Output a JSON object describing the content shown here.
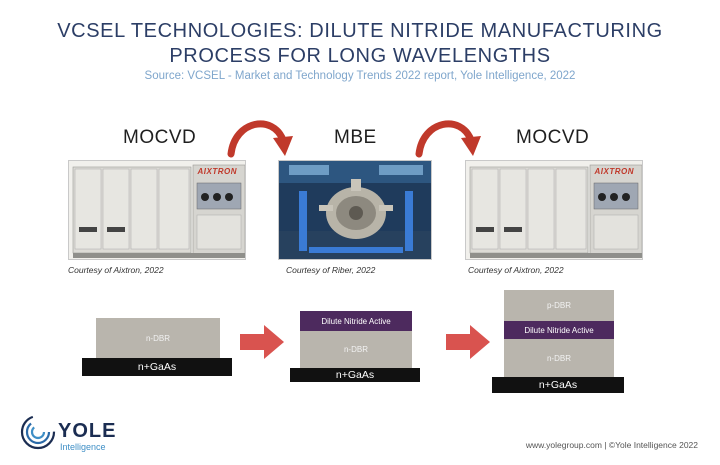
{
  "header": {
    "title_line1": "VCSEL TECHNOLOGIES: DILUTE NITRIDE MANUFACTURING",
    "title_line2": "PROCESS FOR LONG WAVELENGTHS",
    "source": "Source: VCSEL - Market and Technology Trends 2022 report, Yole Intelligence, 2022"
  },
  "stages": [
    {
      "label": "MOCVD",
      "caption": "Courtesy of Aixtron, 2022",
      "brand": "AIXTRON"
    },
    {
      "label": "MBE",
      "caption": "Courtesy of Riber, 2022"
    },
    {
      "label": "MOCVD",
      "caption": "Courtesy of Aixtron, 2022",
      "brand": "AIXTRON"
    }
  ],
  "stacks": {
    "step1": {
      "ndbr": "n-DBR",
      "substrate": "n+GaAs"
    },
    "step2": {
      "active": "Dilute Nitride Active",
      "ndbr": "n-DBR",
      "substrate": "n+GaAs"
    },
    "step3": {
      "pdbr": "p-DBR",
      "active": "Dilute Nitride Active",
      "ndbr": "n-DBR",
      "substrate": "n+GaAs"
    }
  },
  "colors": {
    "title": "#2c3e66",
    "source": "#7fa6cc",
    "curve_arrow": "#c0392b",
    "block_arrow": "#d9534f",
    "dbr": "#b9b5ad",
    "active": "#4d2a5e",
    "substrate": "#111111"
  },
  "footer": {
    "logo_name": "YOLE",
    "logo_sub": "Intelligence",
    "text": "www.yolegroup.com | ©Yole Intelligence 2022"
  }
}
